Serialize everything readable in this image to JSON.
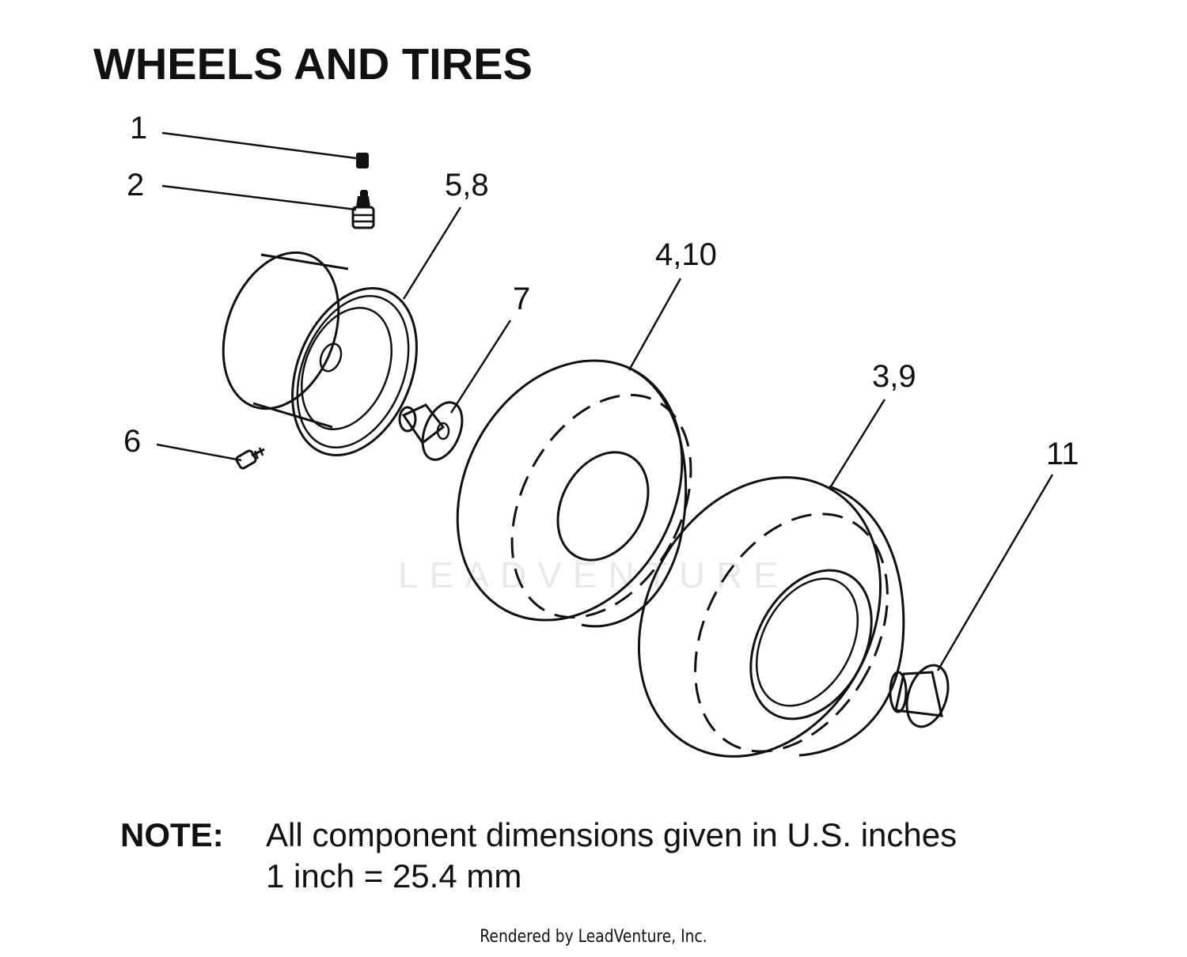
{
  "title": "WHEELS AND TIRES",
  "callouts": [
    "1",
    "2",
    "5,8",
    "7",
    "4,10",
    "3,9",
    "11",
    "6"
  ],
  "note": {
    "label": "NOTE:",
    "line1": "All component dimensions given in U.S. inches",
    "line2": "1 inch = 25.4 mm"
  },
  "watermark": "LEADVENTURE",
  "footer": "Rendered by LeadVenture, Inc."
}
